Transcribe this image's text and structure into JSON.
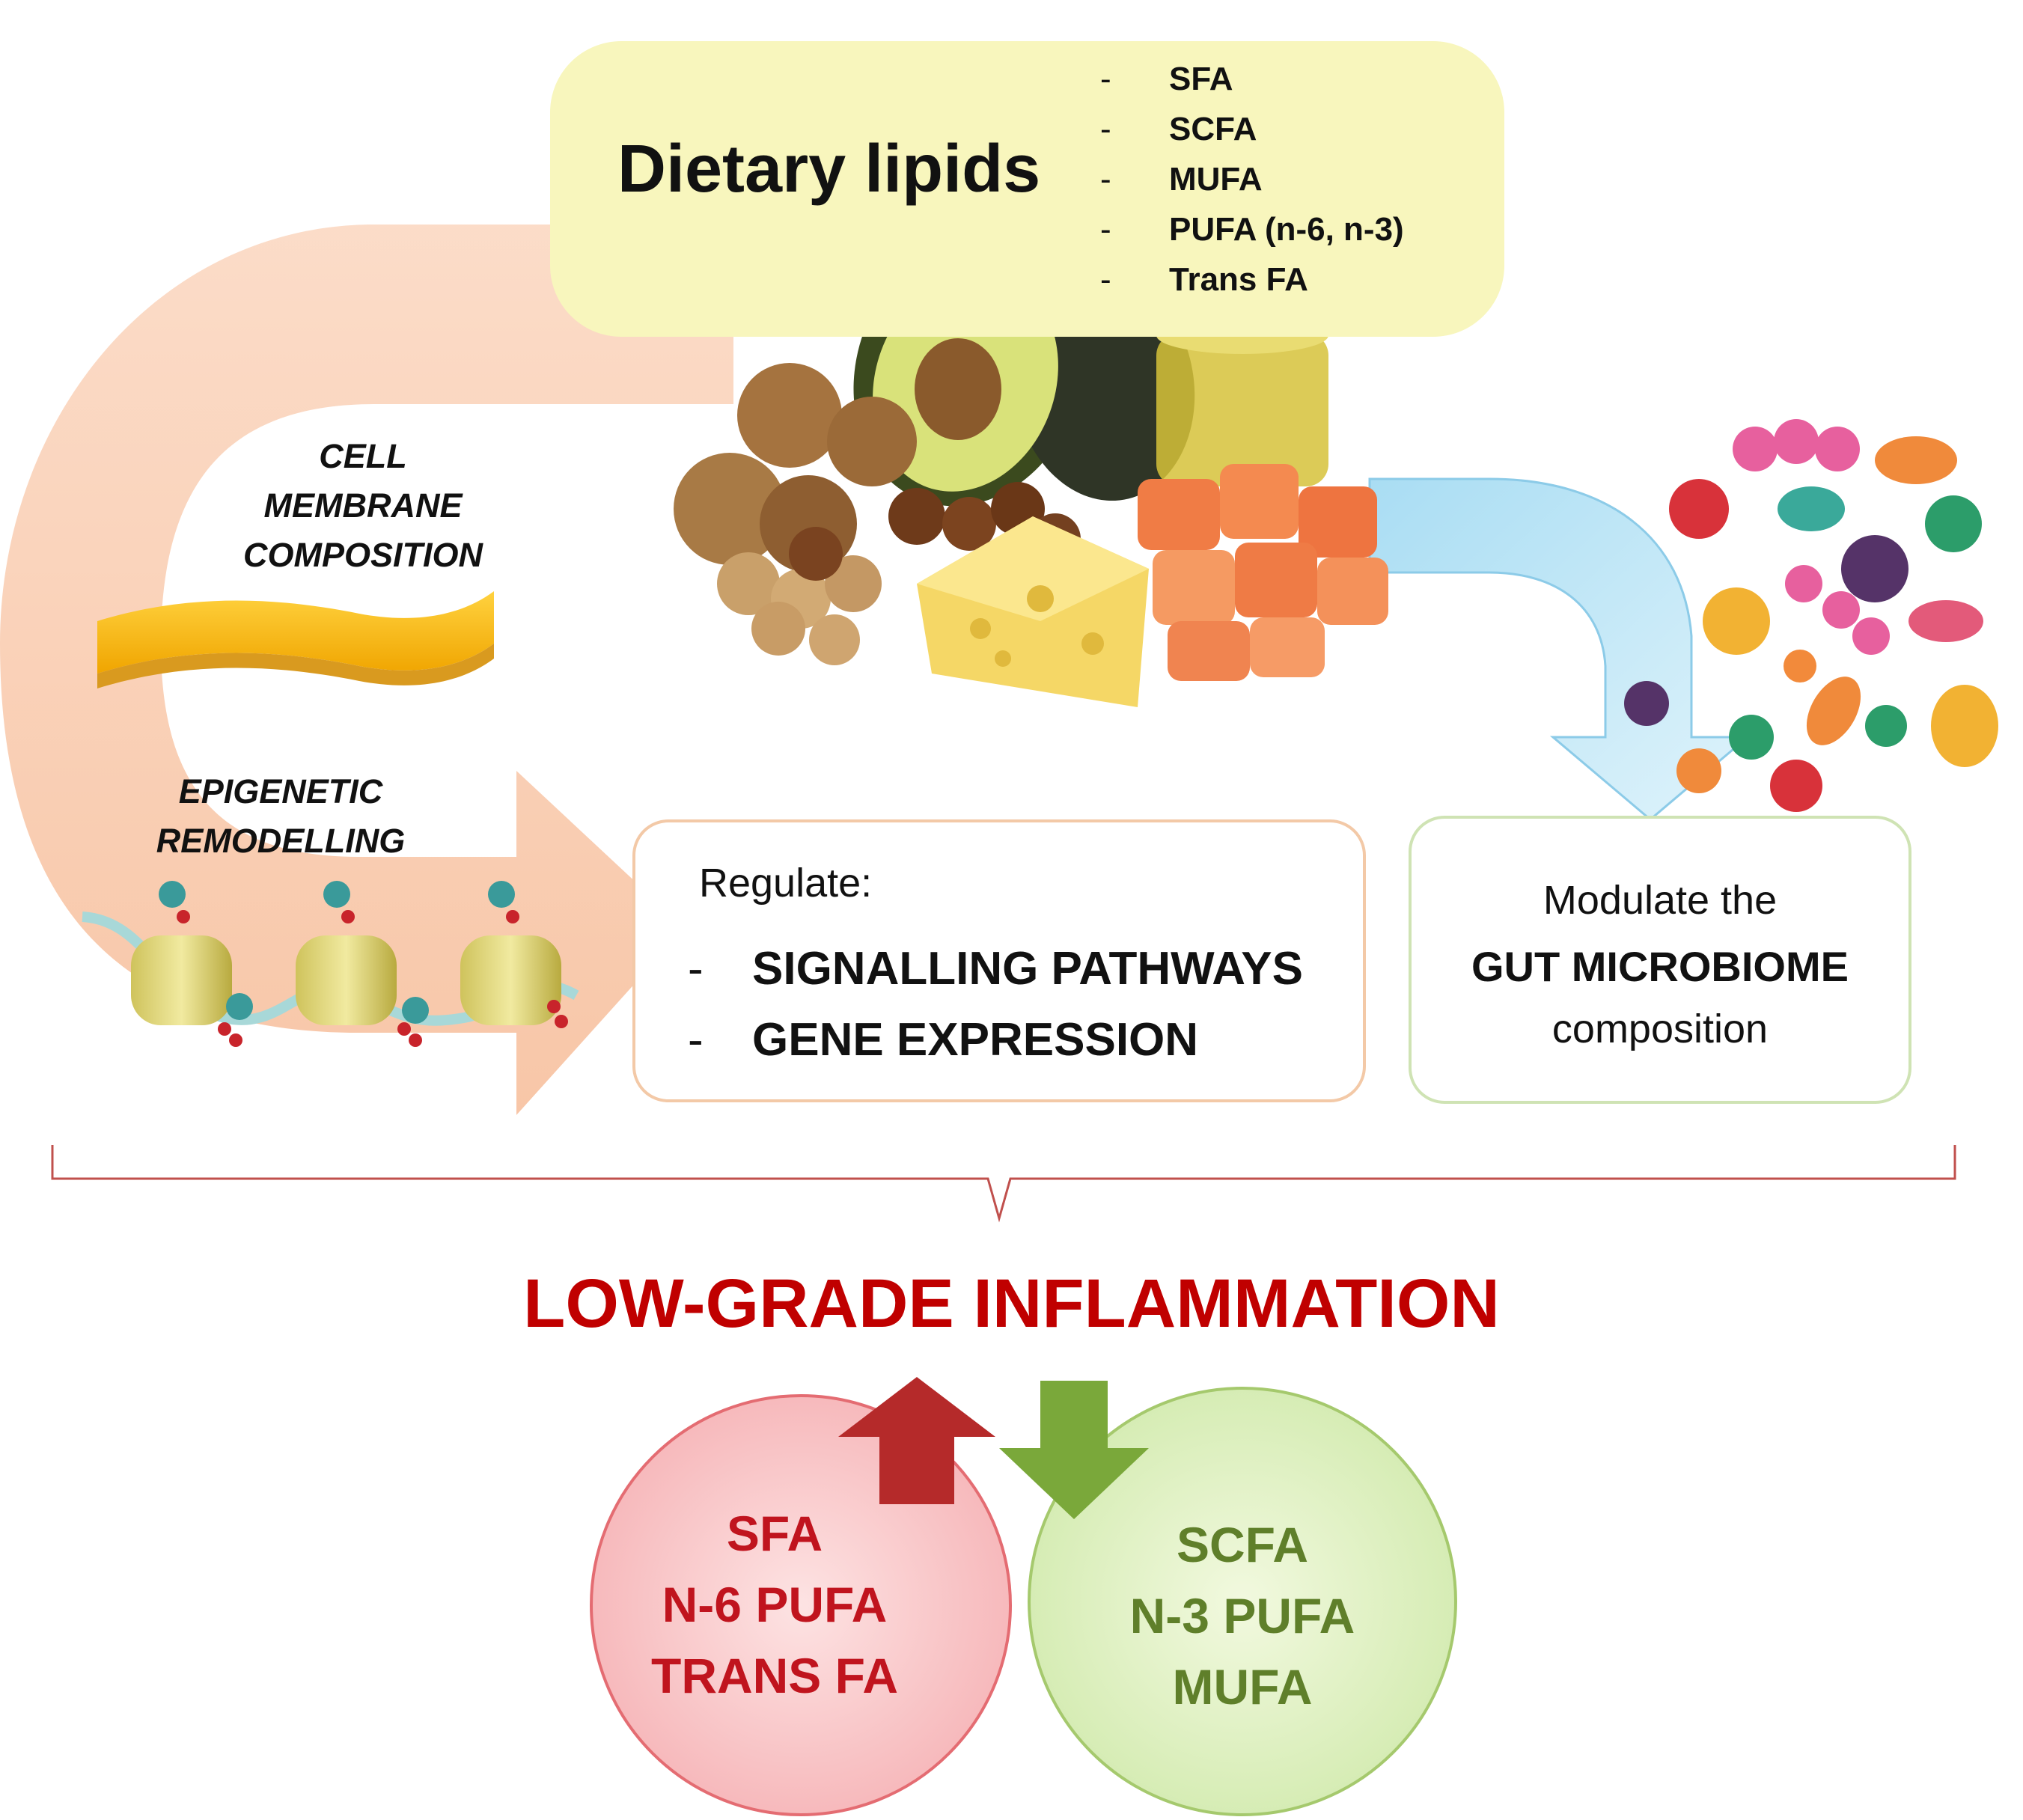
{
  "dietary_lipids": {
    "title": "Dietary lipids",
    "types": [
      {
        "dash": "-",
        "label": "SFA"
      },
      {
        "dash": "-",
        "label": "SCFA"
      },
      {
        "dash": "-",
        "label": "MUFA"
      },
      {
        "dash": "-",
        "label": "PUFA (n-6, n-3)"
      },
      {
        "dash": "-",
        "label": "Trans FA"
      }
    ]
  },
  "left_arc": {
    "membrane_label": [
      "CELL",
      "MEMBRANE",
      "COMPOSITION"
    ],
    "epigenetic_label": [
      "EPIGENETIC",
      "REMODELLING"
    ]
  },
  "regulate_box": {
    "heading": "Regulate:",
    "items": [
      {
        "dash": "-",
        "label": "SIGNALLING PATHWAYS"
      },
      {
        "dash": "-",
        "label": "GENE EXPRESSION"
      }
    ]
  },
  "gut_box": {
    "line1": "Modulate the",
    "line2": "GUT MICROBIOME",
    "line3": "composition"
  },
  "outcome": "LOW-GRADE INFLAMMATION",
  "increase_circle": {
    "items": [
      "SFA",
      "N-6 PUFA",
      "TRANS FA"
    ],
    "color": "#c0141e"
  },
  "decrease_circle": {
    "items": [
      "SCFA",
      "N-3 PUFA",
      "MUFA"
    ],
    "color": "#5f7f2a"
  },
  "colors": {
    "lipid_box_fill": "#f8f6bd",
    "peach_arrow": "#f8c9a8",
    "blue_arrow": "#bfe6f7",
    "outcome_red": "#c00000",
    "brace_red": "#c0504d"
  }
}
